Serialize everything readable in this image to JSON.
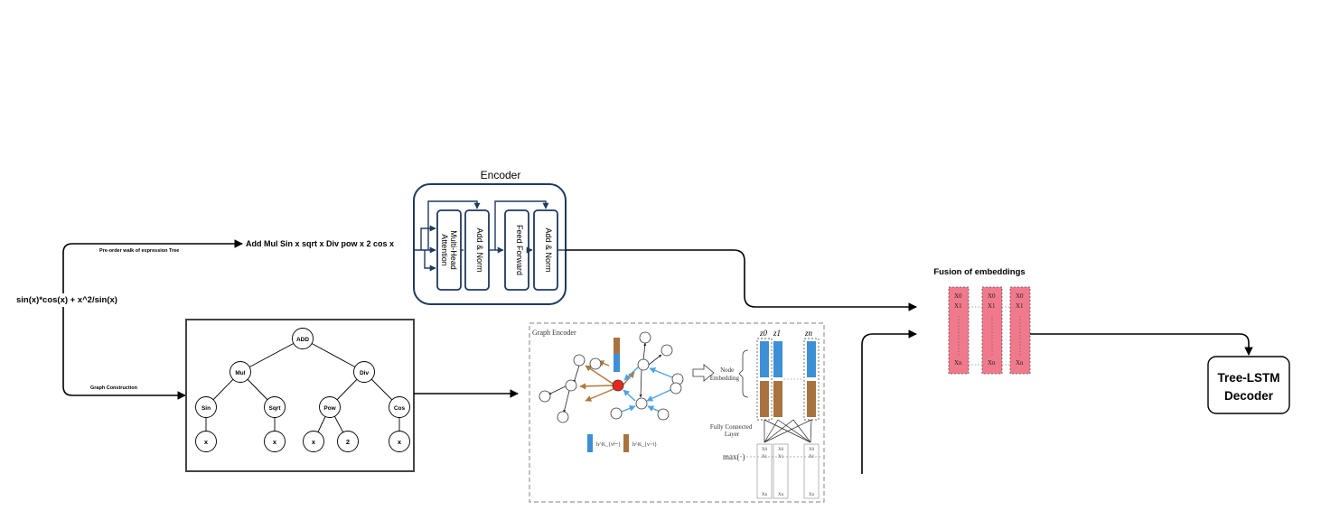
{
  "input_expression": "sin(x)*cos(x) + x^2/sin(x)",
  "preorder_label": "Pre-order walk of expression Tree",
  "preorder_sequence": "Add Mul Sin x sqrt x Div pow x 2 cos x",
  "graph_construction_label": "Graph Construction",
  "encoder": {
    "title": "Encoder",
    "blocks": [
      "Multi-Head Attention",
      "Add & Norm",
      "Feed Forward",
      "Add & Norm"
    ]
  },
  "tree": {
    "root": "ADD",
    "level1": [
      "Mul",
      "Div"
    ],
    "level2": [
      "Sin",
      "Sqrt",
      "Pow",
      "Cos"
    ],
    "leaves": [
      "x",
      "x",
      "x",
      "2",
      "x"
    ]
  },
  "graph_encoder": {
    "title": "Graph Encoder",
    "node_embedding_label": "Node Embedding",
    "fc_layer_label": "Fully Connected Layer",
    "max_label": "max(·)",
    "z_labels": [
      "z0",
      "z1",
      "zn"
    ],
    "legend": [
      "h^K_{v⊢}",
      "h^K_{v⊣}"
    ]
  },
  "fusion": {
    "title": "Fusion of embeddings",
    "columns": [
      [
        "X0",
        "X1",
        "Xn"
      ],
      [
        "X0",
        "X1",
        "Xn"
      ],
      [
        "X0",
        "X1",
        "Xn"
      ]
    ]
  },
  "decoder": {
    "line1": "Tree-LSTM",
    "line2": "Decoder"
  },
  "colors": {
    "fusion_pink": "#f07a8c",
    "embed_blue": "#3d8fd6",
    "embed_brown": "#a8733e",
    "node_red": "#e8281e",
    "edge_blue": "#4aa3e6",
    "edge_brown": "#b07838",
    "encoder_border": "#1f3a5f"
  }
}
